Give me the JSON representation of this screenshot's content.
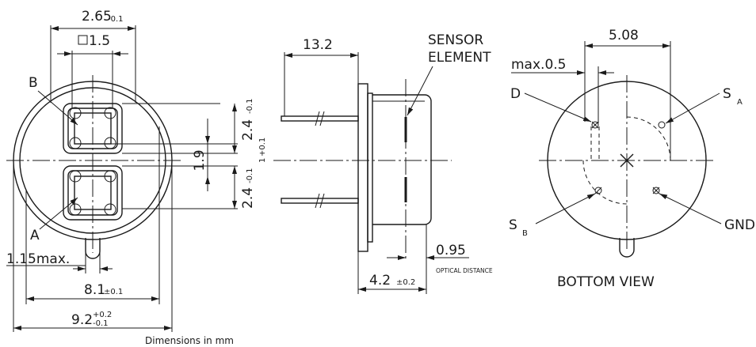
{
  "labels": {
    "view_left": {
      "dim_265": "2.65",
      "dim_265_tol": "-0.1",
      "dim_15": "1.5",
      "pin_b": "B",
      "pin_a": "A",
      "dim_24": "2.4",
      "dim_24_tol": "-0.1",
      "dim_19": "1.9",
      "dim_1": "1",
      "dim_1_tol": "+0.1",
      "dim_115": "1.15max.",
      "dim_81": "8.1",
      "dim_81_tol": "±0.1",
      "dim_92": "9.2",
      "dim_92_tol_up": "+0.2",
      "dim_92_tol_down": "-0.1"
    },
    "view_side": {
      "dim_132": "13.2",
      "sensor_line1": "SENSOR",
      "sensor_line2": "ELEMENT",
      "dim_095": "0.95",
      "optical": "OPTICAL DISTANCE",
      "dim_42": "4.2",
      "dim_42_tol": "±0.2"
    },
    "view_bottom": {
      "dim_508": "5.08",
      "max05": "max.0.5",
      "pin_d": "D",
      "pin_s": "S",
      "pin_s_a_sub": "A",
      "pin_s_b_sub": "B",
      "gnd": "GND",
      "title": "BOTTOM VIEW"
    },
    "footer": "Dimensions in mm"
  },
  "colors": {
    "ink": "#1a1a1a",
    "background": "#ffffff"
  }
}
